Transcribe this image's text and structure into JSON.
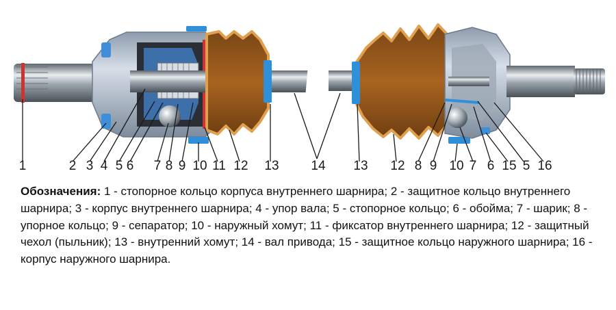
{
  "callout_numbers": [
    "1",
    "2",
    "3",
    "4",
    "5",
    "6",
    "7",
    "8",
    "9",
    "10",
    "11",
    "12",
    "13",
    "14",
    "13",
    "12",
    "8",
    "9",
    "10",
    "7",
    "6",
    "15",
    "5",
    "16"
  ],
  "legend": {
    "label": "Обозначения:",
    "text": " 1 - стопорное кольцо корпуса внутреннего шарнира; 2 - защитное кольцо внутреннего шарнира; 3 - корпус внутреннего шарнира; 4 - упор вала; 5 - стопорное кольцо; 6 - обойма; 7 - шарик; 8 - упорное кольцо; 9 - сепаратор; 10 - наружный хомут; 11 - фиксатор внутреннего шарнира; 12 - защитный чехол (пыльник); 13 - внутренний хомут; 14 - вал привода; 15 - защитное кольцо наружного шарнира; 16 - корпус наружного шарнира."
  },
  "colors": {
    "boot": "#c57a2a",
    "clamp": "#2f8fd8",
    "housing": "#b9c6d6",
    "shaft": "#7c848c",
    "leader": "#1a1a1a"
  }
}
